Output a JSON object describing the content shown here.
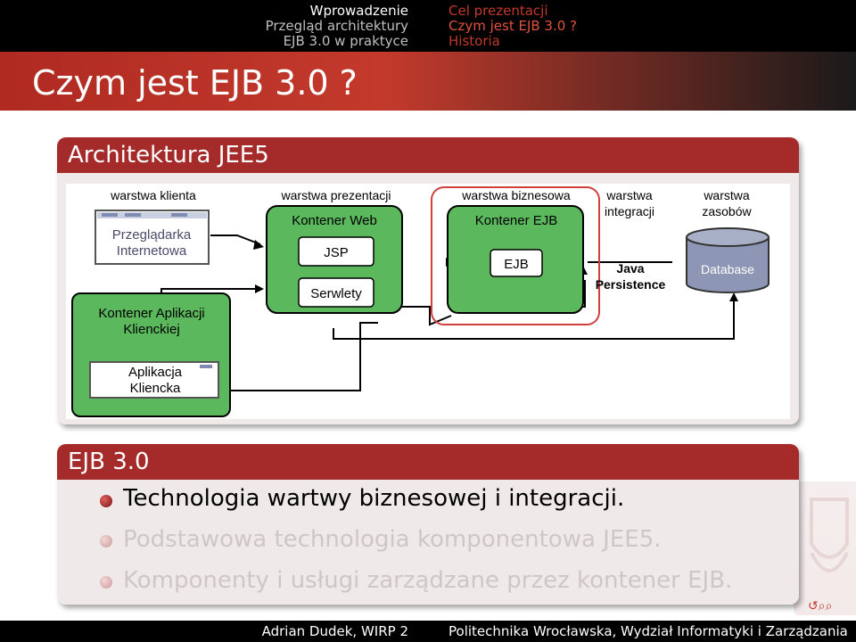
{
  "nav": {
    "left": [
      "Wprowadzenie",
      "Przegląd architektury",
      "EJB 3.0 w praktyce"
    ],
    "right": [
      "Cel prezentacji",
      "Czym jest EJB 3.0 ?",
      "Historia"
    ]
  },
  "frame_title": "Czym jest EJB 3.0 ?",
  "block1": {
    "title": "Architektura JEE5",
    "diagram": {
      "layers": {
        "client": "warstwa klienta",
        "presentation": "warstwa prezentacji",
        "business": "warstwa biznesowa",
        "integration": [
          "warstwa",
          "integracji"
        ],
        "resources": [
          "warstwa",
          "zasobów"
        ]
      },
      "browser": [
        "Przeglądarka",
        "Internetowa"
      ],
      "app_container": [
        "Kontener Aplikacji",
        "Klienckiej"
      ],
      "client_app": [
        "Aplikacja",
        "Kliencka"
      ],
      "web_container": "Kontener Web",
      "jsp": "JSP",
      "servlets": "Serwlety",
      "ejb_container": "Kontener EJB",
      "ejb": "EJB",
      "persistence": [
        "Java",
        "Persistence"
      ],
      "database": "Database"
    }
  },
  "block2": {
    "title": "EJB 3.0",
    "items": [
      "Technologia wartwy biznesowej i integracji.",
      "Podstawowa technologia komponentowa JEE5.",
      "Komponenty i usługi zarządzane przez kontener EJB."
    ]
  },
  "footer": {
    "left": "Adrian Dudek, WIRP 2",
    "right": "Politechnika Wrocławska, Wydział Informatyki i Zarządzania"
  },
  "colors": {
    "accent": "#a52a2a",
    "container_green": "#5cb85c",
    "active_bullet": "#8b1a1a",
    "faded_bullet": "#d9a0a0"
  }
}
